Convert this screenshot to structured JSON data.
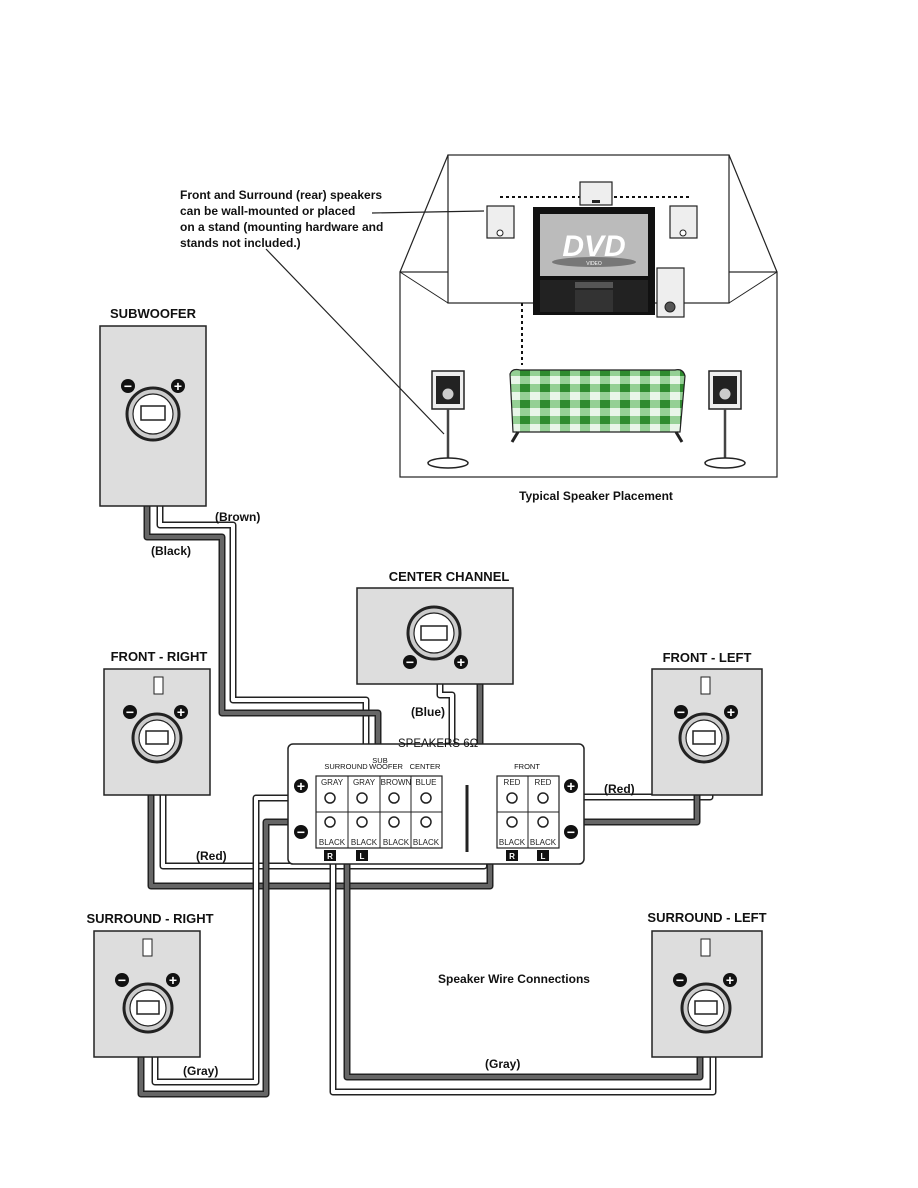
{
  "callout": {
    "line1": "Front and Surround (rear) speakers",
    "line2": "can be wall-mounted or placed",
    "line3": "on a stand (mounting hardware and",
    "line4": "stands not included.)"
  },
  "room_caption": "Typical Speaker Placement",
  "dvd_logo": {
    "main": "DVD",
    "sub": "VIDEO"
  },
  "center_title": "Speaker Wire Connections",
  "speakers": {
    "subwoofer": "SUBWOOFER",
    "center": "CENTER CHANNEL",
    "front_right": "FRONT - RIGHT",
    "front_left": "FRONT - LEFT",
    "surround_right": "SURROUND - RIGHT",
    "surround_left": "SURROUND - LEFT"
  },
  "polarity": {
    "minus": "−",
    "plus": "+"
  },
  "wires": {
    "brown": "(Brown)",
    "black": "(Black)",
    "blue": "(Blue)",
    "red_right": "(Red)",
    "red_left": "(Red)",
    "gray_right": "(Gray)",
    "gray_bottom": "(Gray)"
  },
  "panel": {
    "speakers_label": "SPEAKERS 6Ω",
    "surround": "SURROUND",
    "sub": "SUB",
    "woofer": "WOOFER",
    "center": "CENTER",
    "front": "FRONT",
    "top_terms": [
      "GRAY",
      "GRAY",
      "BROWN",
      "BLUE"
    ],
    "bottom_terms": [
      "BLACK",
      "BLACK",
      "BLACK",
      "BLACK"
    ],
    "front_top": [
      "RED",
      "RED"
    ],
    "front_bottom": [
      "BLACK",
      "BLACK"
    ],
    "r": "R",
    "l": "L"
  }
}
